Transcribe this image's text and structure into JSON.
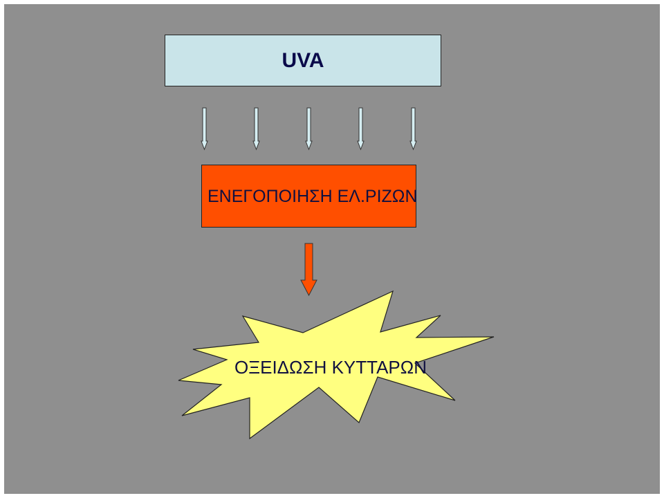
{
  "diagram": {
    "source_label": "UVA",
    "process_label": "ΕΝΕΓΟΠΟΙΗΣΗ ΕΛ.ΡΙΖΩΝ",
    "result_label": "ΟΞΕΙΔΩΣΗ ΚΥΤΤΑΡΩΝ"
  },
  "colors": {
    "background": "#8f8f8f",
    "uva_box": "#c9e4e9",
    "process_box": "#ff4f00",
    "small_arrows": "#d6eef2",
    "big_arrow": "#ff4f00",
    "burst": "#ffff80"
  }
}
